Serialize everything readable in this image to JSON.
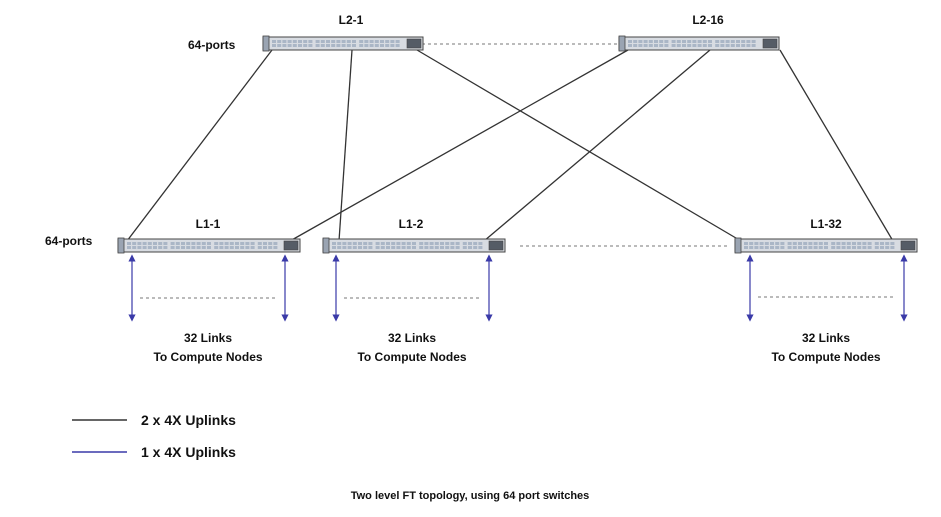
{
  "diagram": {
    "port_label": "64-ports",
    "caption": "Two level FT topology, using 64 port switches",
    "colors": {
      "uplink_2x": "#333333",
      "uplink_1x": "#3a3aa8",
      "dashed": "#777777",
      "switch_body": "#d8dce2",
      "switch_border": "#444444",
      "port": "#aab6c6"
    },
    "spine_switches": [
      {
        "id": "L2-1",
        "label": "L2-1"
      },
      {
        "id": "L2-16",
        "label": "L2-16"
      }
    ],
    "leaf_switches": [
      {
        "id": "L1-1",
        "label": "L1-1",
        "links_line1": "32 Links",
        "links_line2": "To Compute Nodes"
      },
      {
        "id": "L1-2",
        "label": "L1-2",
        "links_line1": "32 Links",
        "links_line2": "To Compute Nodes"
      },
      {
        "id": "L1-32",
        "label": "L1-32",
        "links_line1": "32 Links",
        "links_line2": "To Compute Nodes"
      }
    ],
    "legend": [
      {
        "label": "2 x 4X Uplinks",
        "color_key": "uplink_2x"
      },
      {
        "label": "1 x 4X Uplinks",
        "color_key": "uplink_1x"
      }
    ]
  }
}
